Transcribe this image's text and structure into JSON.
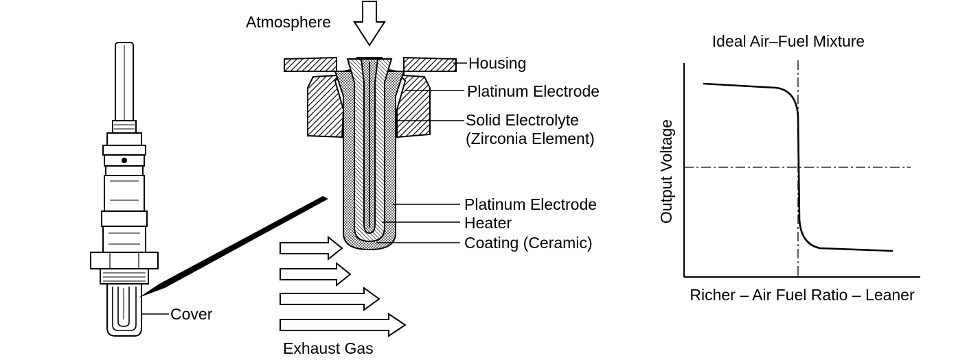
{
  "labels": {
    "atmosphere": "Atmosphere",
    "housing": "Housing",
    "platinum_electrode_outer": "Platinum Electrode",
    "solid_electrolyte": "Solid Electrolyte",
    "zirconia_element": "(Zirconia Element)",
    "platinum_electrode_inner": "Platinum Electrode",
    "heater": "Heater",
    "coating": "Coating (Ceramic)",
    "cover": "Cover",
    "exhaust_gas": "Exhaust Gas"
  },
  "chart_data": {
    "type": "line",
    "title": "Ideal Air–Fuel Mixture",
    "xlabel": "Richer – Air Fuel Ratio – Leaner",
    "ylabel": "Output Voltage",
    "curve": "voltage steps from high (rich) to low (lean) at the ideal mixture line",
    "grid": false
  }
}
